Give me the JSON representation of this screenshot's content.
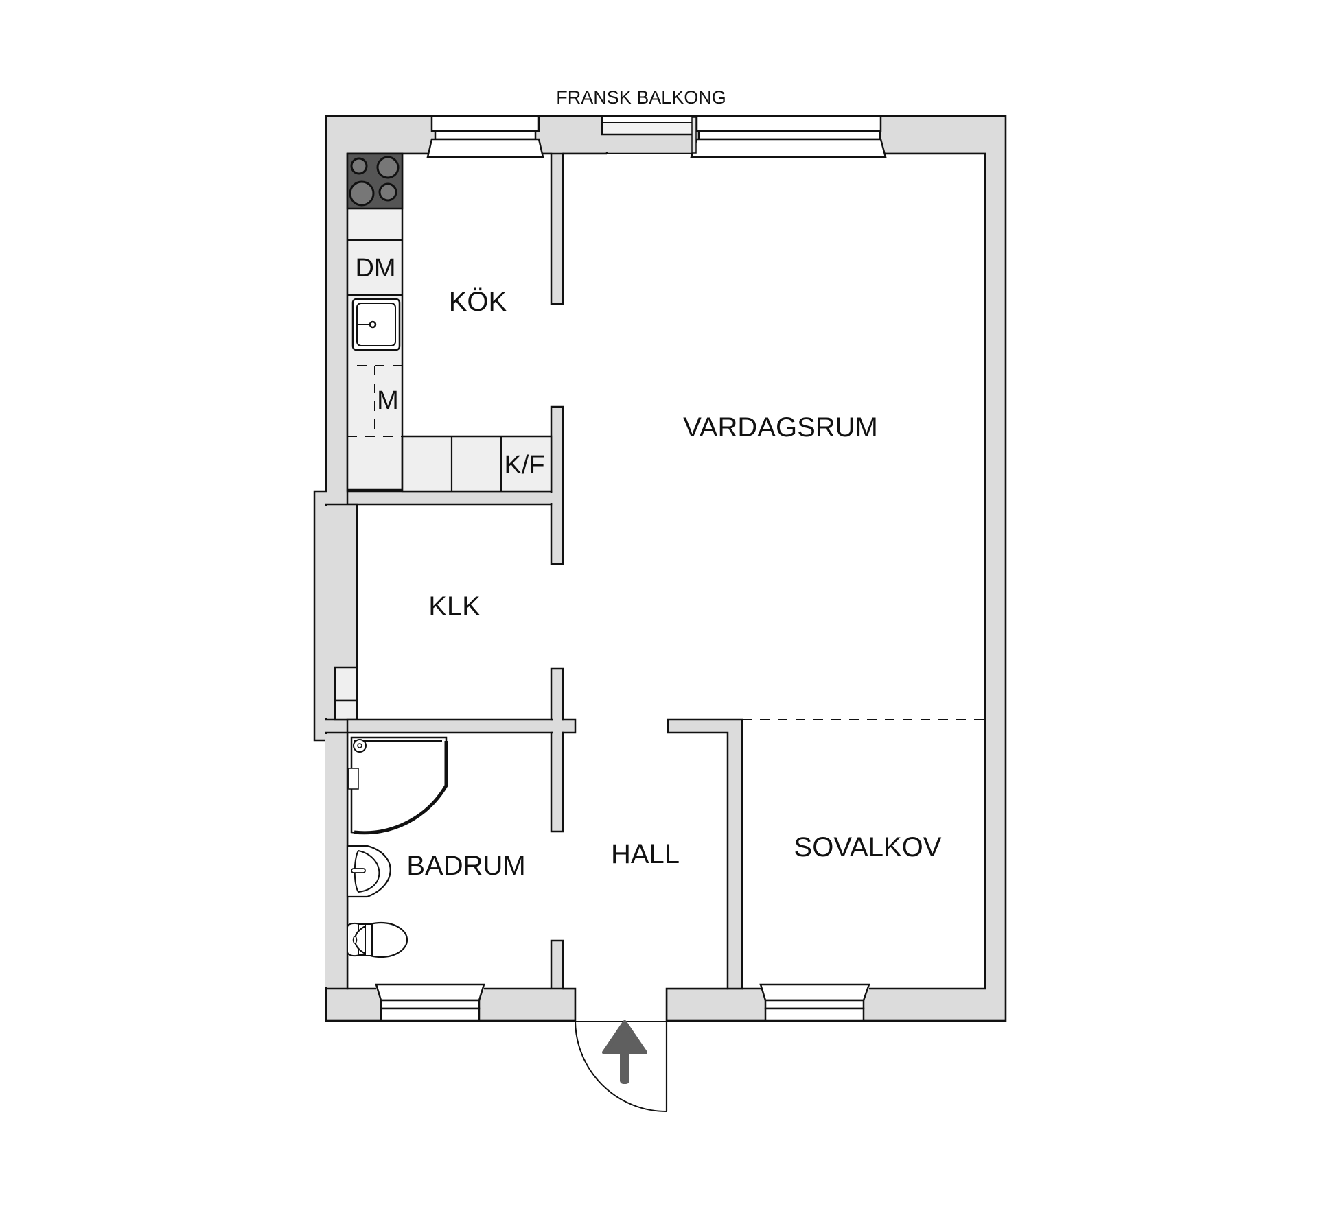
{
  "plan": {
    "top_label": "FRANSK BALKONG",
    "rooms": {
      "kitchen": "KÖK",
      "living": "VARDAGSRUM",
      "closet": "KLK",
      "bathroom": "BADRUM",
      "hall": "HALL",
      "sleeping_alcove": "SOVALKOV"
    },
    "appliances": {
      "dishwasher": "DM",
      "microwave": "M",
      "fridge_freezer": "K/F"
    },
    "icons": [
      "stove-icon",
      "sink-icon",
      "shower-icon",
      "washbasin-icon",
      "toilet-icon",
      "entrance-arrow-icon",
      "door-swing-icon",
      "window-icon"
    ],
    "colors": {
      "wall_fill": "#dcdcdc",
      "counter_fill": "#efefef",
      "stove_fill": "#555555",
      "arrow_fill": "#5f5f5f",
      "line": "#111111"
    }
  }
}
